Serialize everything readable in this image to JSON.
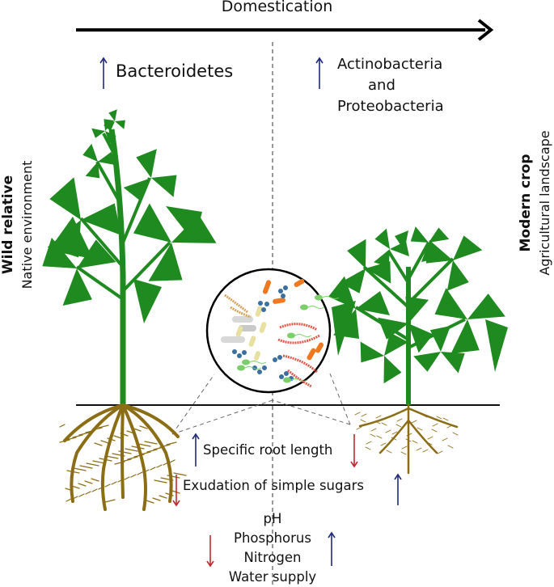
{
  "title": "Domestication",
  "top_left": {
    "taxon": "Bacteroidetes",
    "trend": "up"
  },
  "top_right": {
    "taxon_line1": "Actinobacteria",
    "taxon_line2": "and",
    "taxon_line3": "Proteobacteria",
    "trend": "up"
  },
  "left_side": {
    "heading": "Wild relative",
    "subheading": "Native environment"
  },
  "right_side": {
    "heading": "Modern crop",
    "subheading": "Agricultural landscape"
  },
  "root_traits": [
    {
      "label": "Specific root length",
      "wild_trend": "up",
      "crop_trend": "down"
    },
    {
      "label": "Exudation of simple sugars",
      "wild_trend": "down",
      "crop_trend": "up"
    }
  ],
  "soil_properties": {
    "items": [
      "pH",
      "Phosphorus",
      "Nitrogen",
      "Water supply"
    ],
    "wild_trend": "down",
    "crop_trend": "up"
  },
  "colors": {
    "increase_arrow": "#1f2a7a",
    "decrease_arrow": "#c0282d",
    "leaf": "#1f8a1f",
    "root": "#8a6d14"
  }
}
